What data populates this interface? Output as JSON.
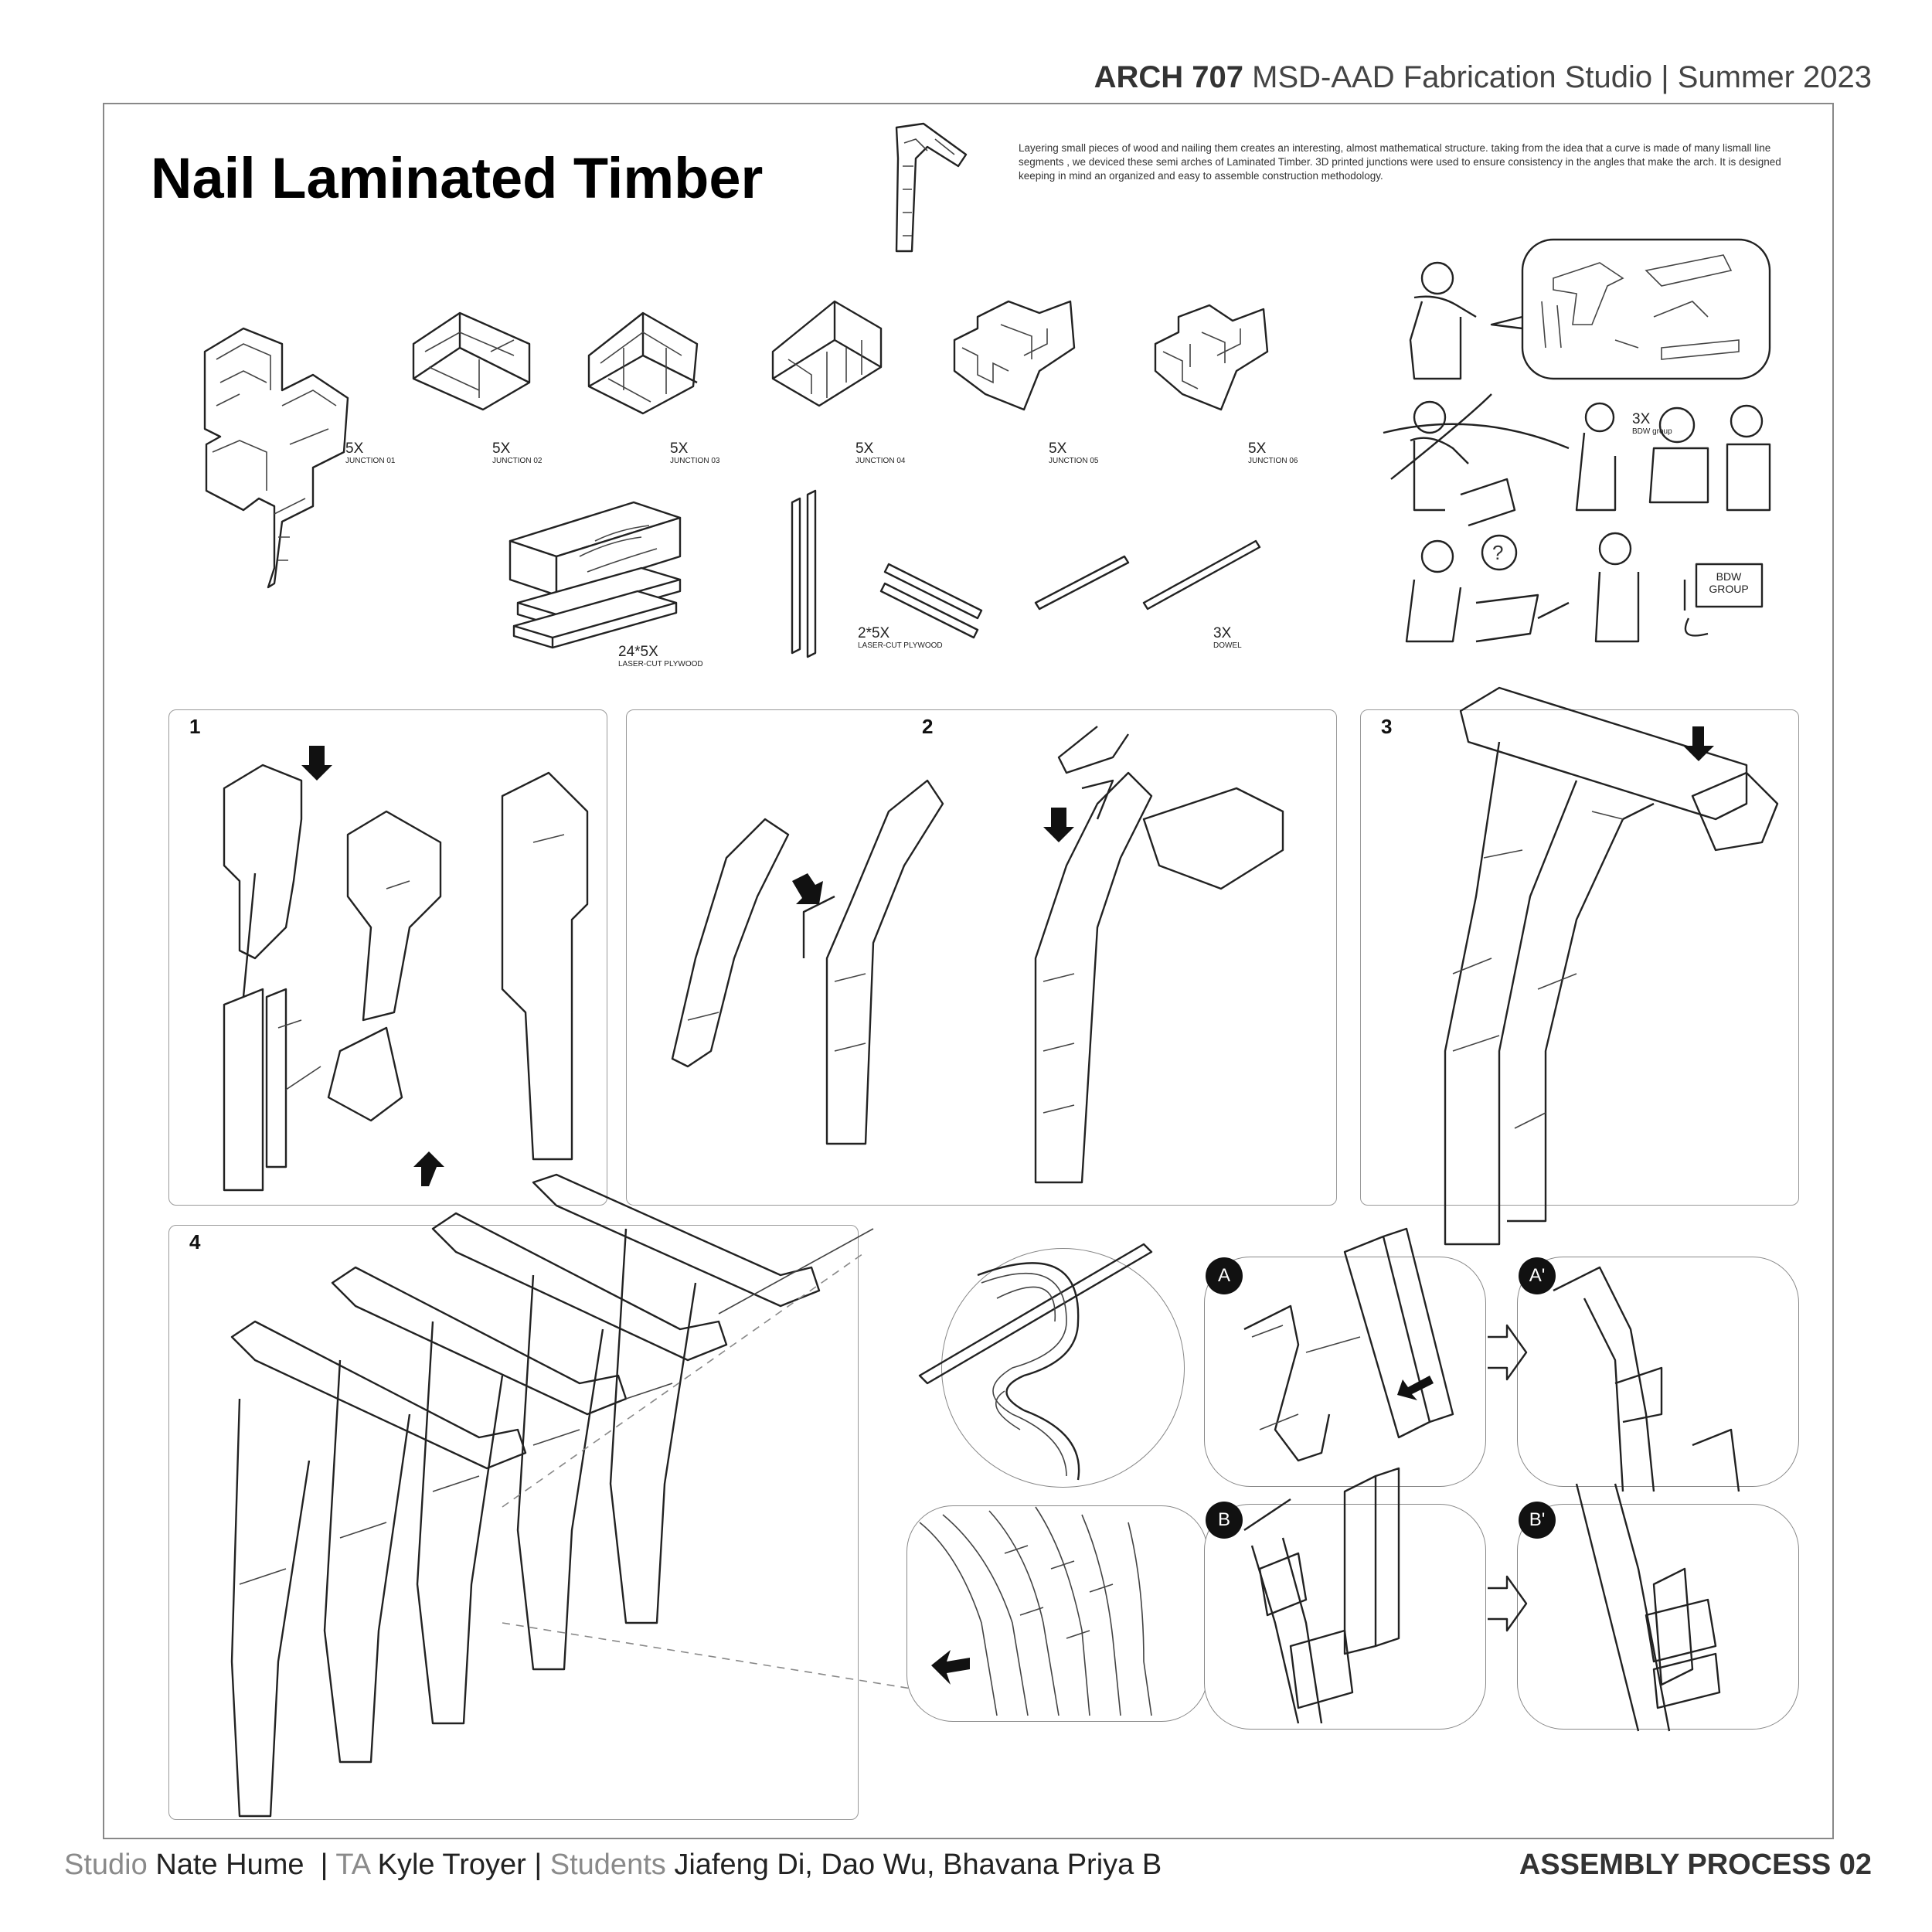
{
  "header": {
    "course_code": "ARCH 707",
    "course_rest": "MSD-AAD Fabrication Studio | Summer 2023"
  },
  "title": "Nail Laminated Timber",
  "description": "Layering small pieces of wood and nailing them creates an interesting, almost mathematical structure. taking from the idea that a curve is made of many lismall line segments , we deviced these semi arches of Laminated Timber. 3D printed junctions were used to ensure consistency in the angles that make the arch. It is designed keeping in mind an organized and easy to assemble construction methodology.",
  "components": [
    {
      "qty": "5X",
      "name": "JUNCTION 01"
    },
    {
      "qty": "5X",
      "name": "JUNCTION 02"
    },
    {
      "qty": "5X",
      "name": "JUNCTION 03"
    },
    {
      "qty": "5X",
      "name": "JUNCTION 04"
    },
    {
      "qty": "5X",
      "name": "JUNCTION 05"
    },
    {
      "qty": "5X",
      "name": "JUNCTION 06"
    },
    {
      "qty": "24*5X",
      "name": "LASER-CUT PLYWOOD"
    },
    {
      "qty": "2*5X",
      "name": "LASER-CUT PLYWOOD"
    },
    {
      "qty": "3X",
      "name": "DOWEL"
    }
  ],
  "crew": {
    "qty": "3X",
    "group": "BDW group",
    "sign": [
      "BDW",
      "GROUP"
    ],
    "question": "?"
  },
  "steps": [
    "1",
    "2",
    "3",
    "4"
  ],
  "details": [
    "A",
    "A'",
    "B",
    "B'"
  ],
  "footer": {
    "studio_label": "Studio",
    "studio_name": "Nate Hume",
    "sep1": "|",
    "ta_label": "TA",
    "ta_name": "Kyle Troyer",
    "sep2": "|",
    "students_label": "Students",
    "students_names": "Jiafeng Di, Dao Wu, Bhavana Priya B",
    "sheet": "ASSEMBLY PROCESS 02"
  }
}
